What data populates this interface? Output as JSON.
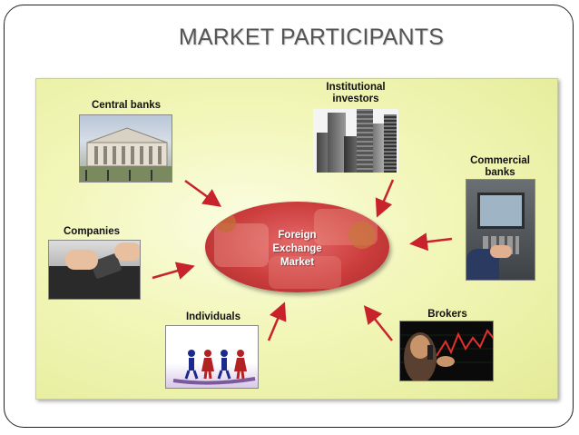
{
  "title": "MARKET PARTICIPANTS",
  "center": {
    "line1": "Foreign",
    "line2": "Exchange",
    "line3": "Market"
  },
  "participants": {
    "central_banks": "Central banks",
    "institutional_line1": "Institutional",
    "institutional_line2": "investors",
    "commercial_line1": "Commercial",
    "commercial_line2": "banks",
    "companies": "Companies",
    "individuals": "Individuals",
    "brokers": "Brokers"
  },
  "colors": {
    "arrow": "#c8232c",
    "ellipse": "#cc3d3d",
    "panel": "#f2f6b8",
    "title": "#555555"
  }
}
